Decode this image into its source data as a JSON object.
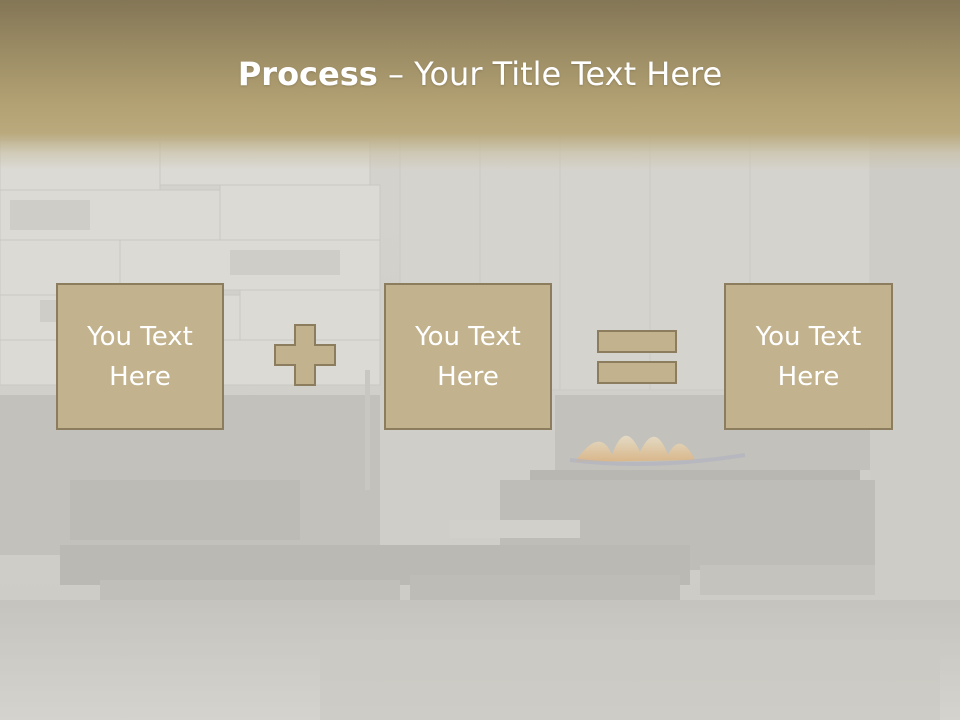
{
  "slide": {
    "title_bold": "Process",
    "title_rest": " – Your Title Text Here",
    "boxes": [
      {
        "line1": "You Text",
        "line2": "Here"
      },
      {
        "line1": "You Text",
        "line2": "Here"
      },
      {
        "line1": "You Text",
        "line2": "Here"
      }
    ],
    "operators": [
      "plus-icon",
      "equals-icon"
    ]
  },
  "colors": {
    "header_top": "#837656",
    "header_bottom": "#b9a97c",
    "box_fill": "#c2b28d",
    "box_border": "#8b7d5d",
    "text": "#ffffff"
  }
}
